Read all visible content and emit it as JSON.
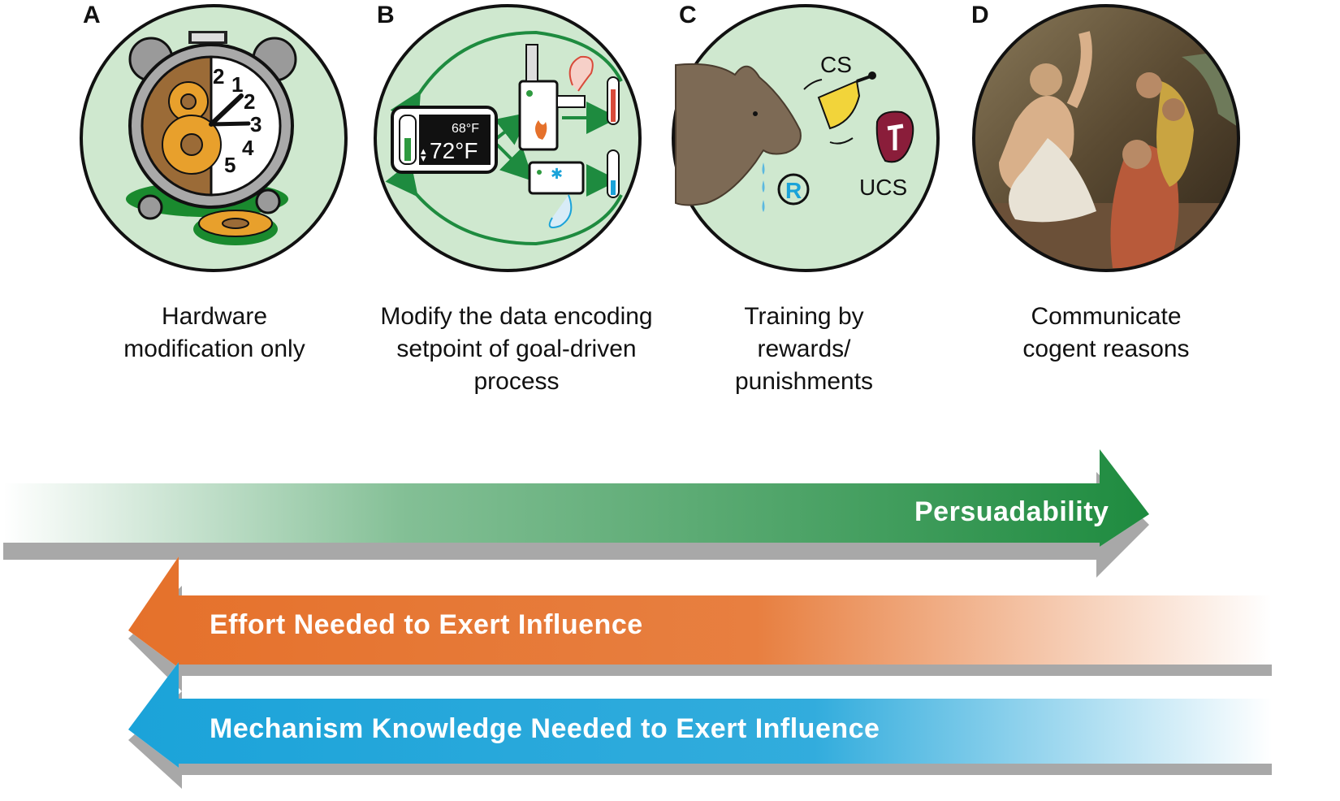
{
  "panels": [
    {
      "letter": "A",
      "caption_lines": [
        "Hardware",
        "modification only"
      ]
    },
    {
      "letter": "B",
      "caption_lines": [
        "Modify the data encoding",
        "setpoint of goal-driven",
        "process"
      ],
      "display": {
        "current": "68°F",
        "setpoint": "72°F"
      }
    },
    {
      "letter": "C",
      "caption_lines": [
        "Training by",
        "rewards/",
        "punishments"
      ],
      "labels": {
        "cs": "CS",
        "ucs": "UCS",
        "response": "R"
      }
    },
    {
      "letter": "D",
      "caption_lines": [
        "Communicate",
        "cogent reasons"
      ]
    }
  ],
  "clock_numbers": [
    "1",
    "2",
    "3",
    "4",
    "5"
  ],
  "arrows": {
    "persuadability": {
      "label": "Persuadability",
      "color": "#1e8b3f",
      "direction": "right"
    },
    "effort": {
      "label": "Effort Needed to Exert Influence",
      "color": "#e5712b",
      "direction": "left"
    },
    "knowledge": {
      "label": "Mechanism Knowledge Needed to Exert Influence",
      "color": "#1ba3d9",
      "direction": "left"
    }
  },
  "colors": {
    "circle_fill": "#cfe8cf",
    "outline": "#111111"
  }
}
